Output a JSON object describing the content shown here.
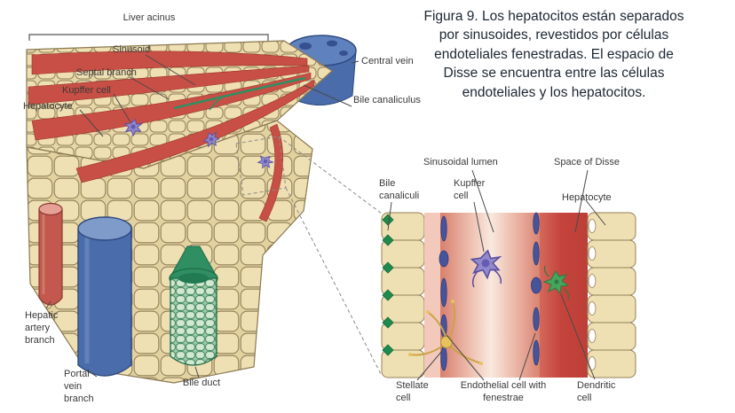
{
  "caption": "Figura 9. Los hepatocitos están separados por sinusoides, revestidos por células endoteliales fenestradas. El espacio de Disse se encuentra entre las células endoteliales y los hepatocitos.",
  "main_diagram": {
    "title_bracket": "Liver acinus",
    "labels": {
      "sinusoid": "Sinusoid",
      "septal_branch": "Septal branch",
      "kupffer_cell": "Kupffer cell",
      "hepatocyte": "Hepatocyte",
      "central_vein": "Central vein",
      "bile_canaliculus": "Bile canaliculus",
      "hepatic_artery_branch": "Hepatic artery branch",
      "portal_vein_branch": "Portal vein branch",
      "bile_duct": "Bile duct"
    }
  },
  "zoom_panel": {
    "labels": {
      "sinusoidal_lumen": "Sinusoidal lumen",
      "space_of_disse": "Space of Disse",
      "bile_canaliculi": "Bile canaliculi",
      "kupffer_cell": "Kupffer cell",
      "hepatocyte": "Hepatocyte",
      "stellate_cell": "Stellate cell",
      "endothelial_cell_with_fenestrae": "Endothelial cell with fenestrae",
      "dendritic_cell": "Dendritic cell"
    }
  },
  "colors": {
    "hepatocyte_fill": "#eee0b2",
    "sinusoid_red": "#c74f45",
    "vein_blue": "#4a6cab",
    "artery_red": "#c2584e",
    "bile_green": "#2f8f63",
    "kupffer_purple": "#9189cc",
    "stellate_yellow": "#e8c35d",
    "dendritic_green": "#46a45b",
    "label_color": "#3a3a3a"
  }
}
